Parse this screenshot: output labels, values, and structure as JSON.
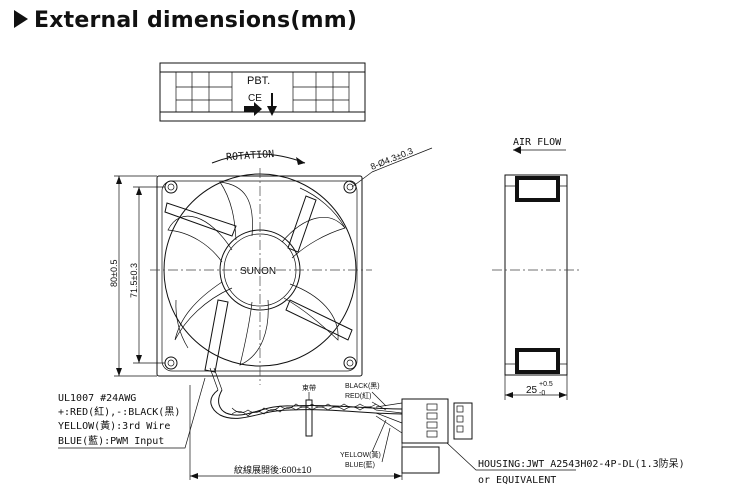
{
  "title": "External dimensions(mm)",
  "top_view": {
    "marks": [
      "PBT.",
      "CE"
    ]
  },
  "front_view": {
    "rotation_label": "ROTATION",
    "hole_label": "8-Ø4.3±0.3",
    "brand": "SUNON",
    "dim_outer": "80±0.5",
    "dim_inner": "71.5±0.3"
  },
  "side_view": {
    "airflow_label": "AIR FLOW",
    "thickness": "25",
    "thickness_tol_upper": "+0.5",
    "thickness_tol_lower": "-0"
  },
  "wire_notes": {
    "line1": "UL1007  #24AWG",
    "line2": "+:RED(紅),-:BLACK(黑)",
    "line3": "YELLOW(黃):3rd  Wire",
    "line4": "BLUE(藍):PWM  Input"
  },
  "wire_labels": {
    "black": "BLACK(黑)",
    "red": "RED(紅)",
    "yellow": "YELLOW(黃)",
    "blue": "BLUE(藍)",
    "tie": "束帶"
  },
  "length_label": "紋線展開後:600±10",
  "housing": {
    "line1": "HOUSING:JWT  A2543H02-4P-DL(1.3防呆)",
    "line2": "or  EQUIVALENT"
  },
  "colors": {
    "line": "#111111",
    "background": "#ffffff"
  }
}
